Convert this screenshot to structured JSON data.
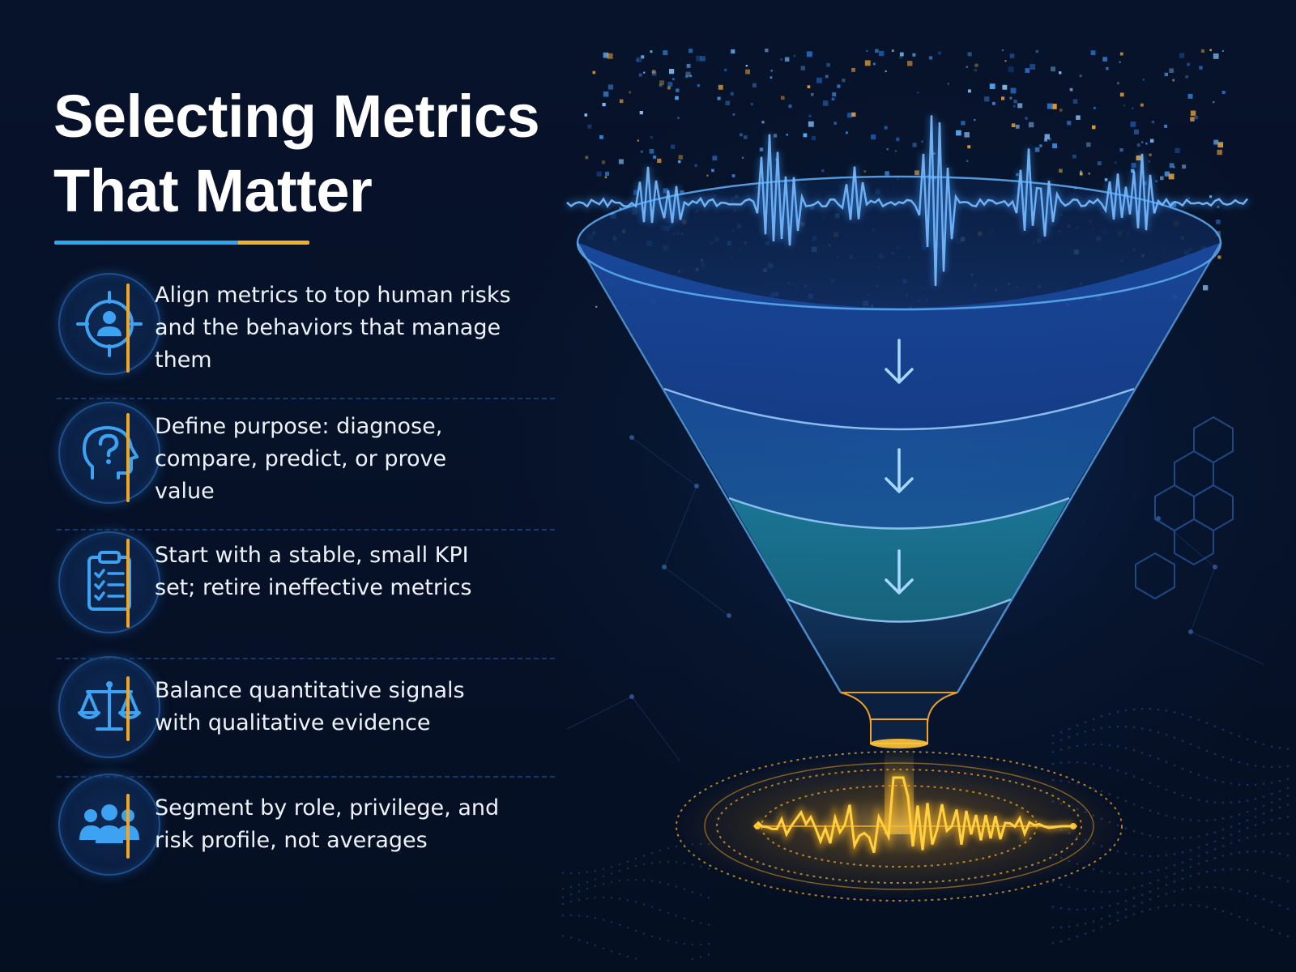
{
  "title": {
    "line1": "Selecting Metrics",
    "line2": "That Matter"
  },
  "items": [
    {
      "icon": "target-user-icon",
      "text": "Align metrics to top human risks and the behaviors that manage them"
    },
    {
      "icon": "head-question-icon",
      "text": "Define purpose: diagnose, compare, predict, or prove value"
    },
    {
      "icon": "clipboard-checklist-icon",
      "text": "Start with a stable, small KPI set; retire ineffective metrics"
    },
    {
      "icon": "balance-scale-icon",
      "text": "Balance quantitative signals with qualitative evidence"
    },
    {
      "icon": "user-group-icon",
      "text": "Segment by role, privilege, and risk profile, not averages"
    }
  ],
  "colors": {
    "background": "#061127",
    "accent_blue": "#2aa8f0",
    "accent_orange": "#f6b027",
    "icon_blue": "#3ea2f2",
    "signal_gold": "#ffc21f"
  }
}
